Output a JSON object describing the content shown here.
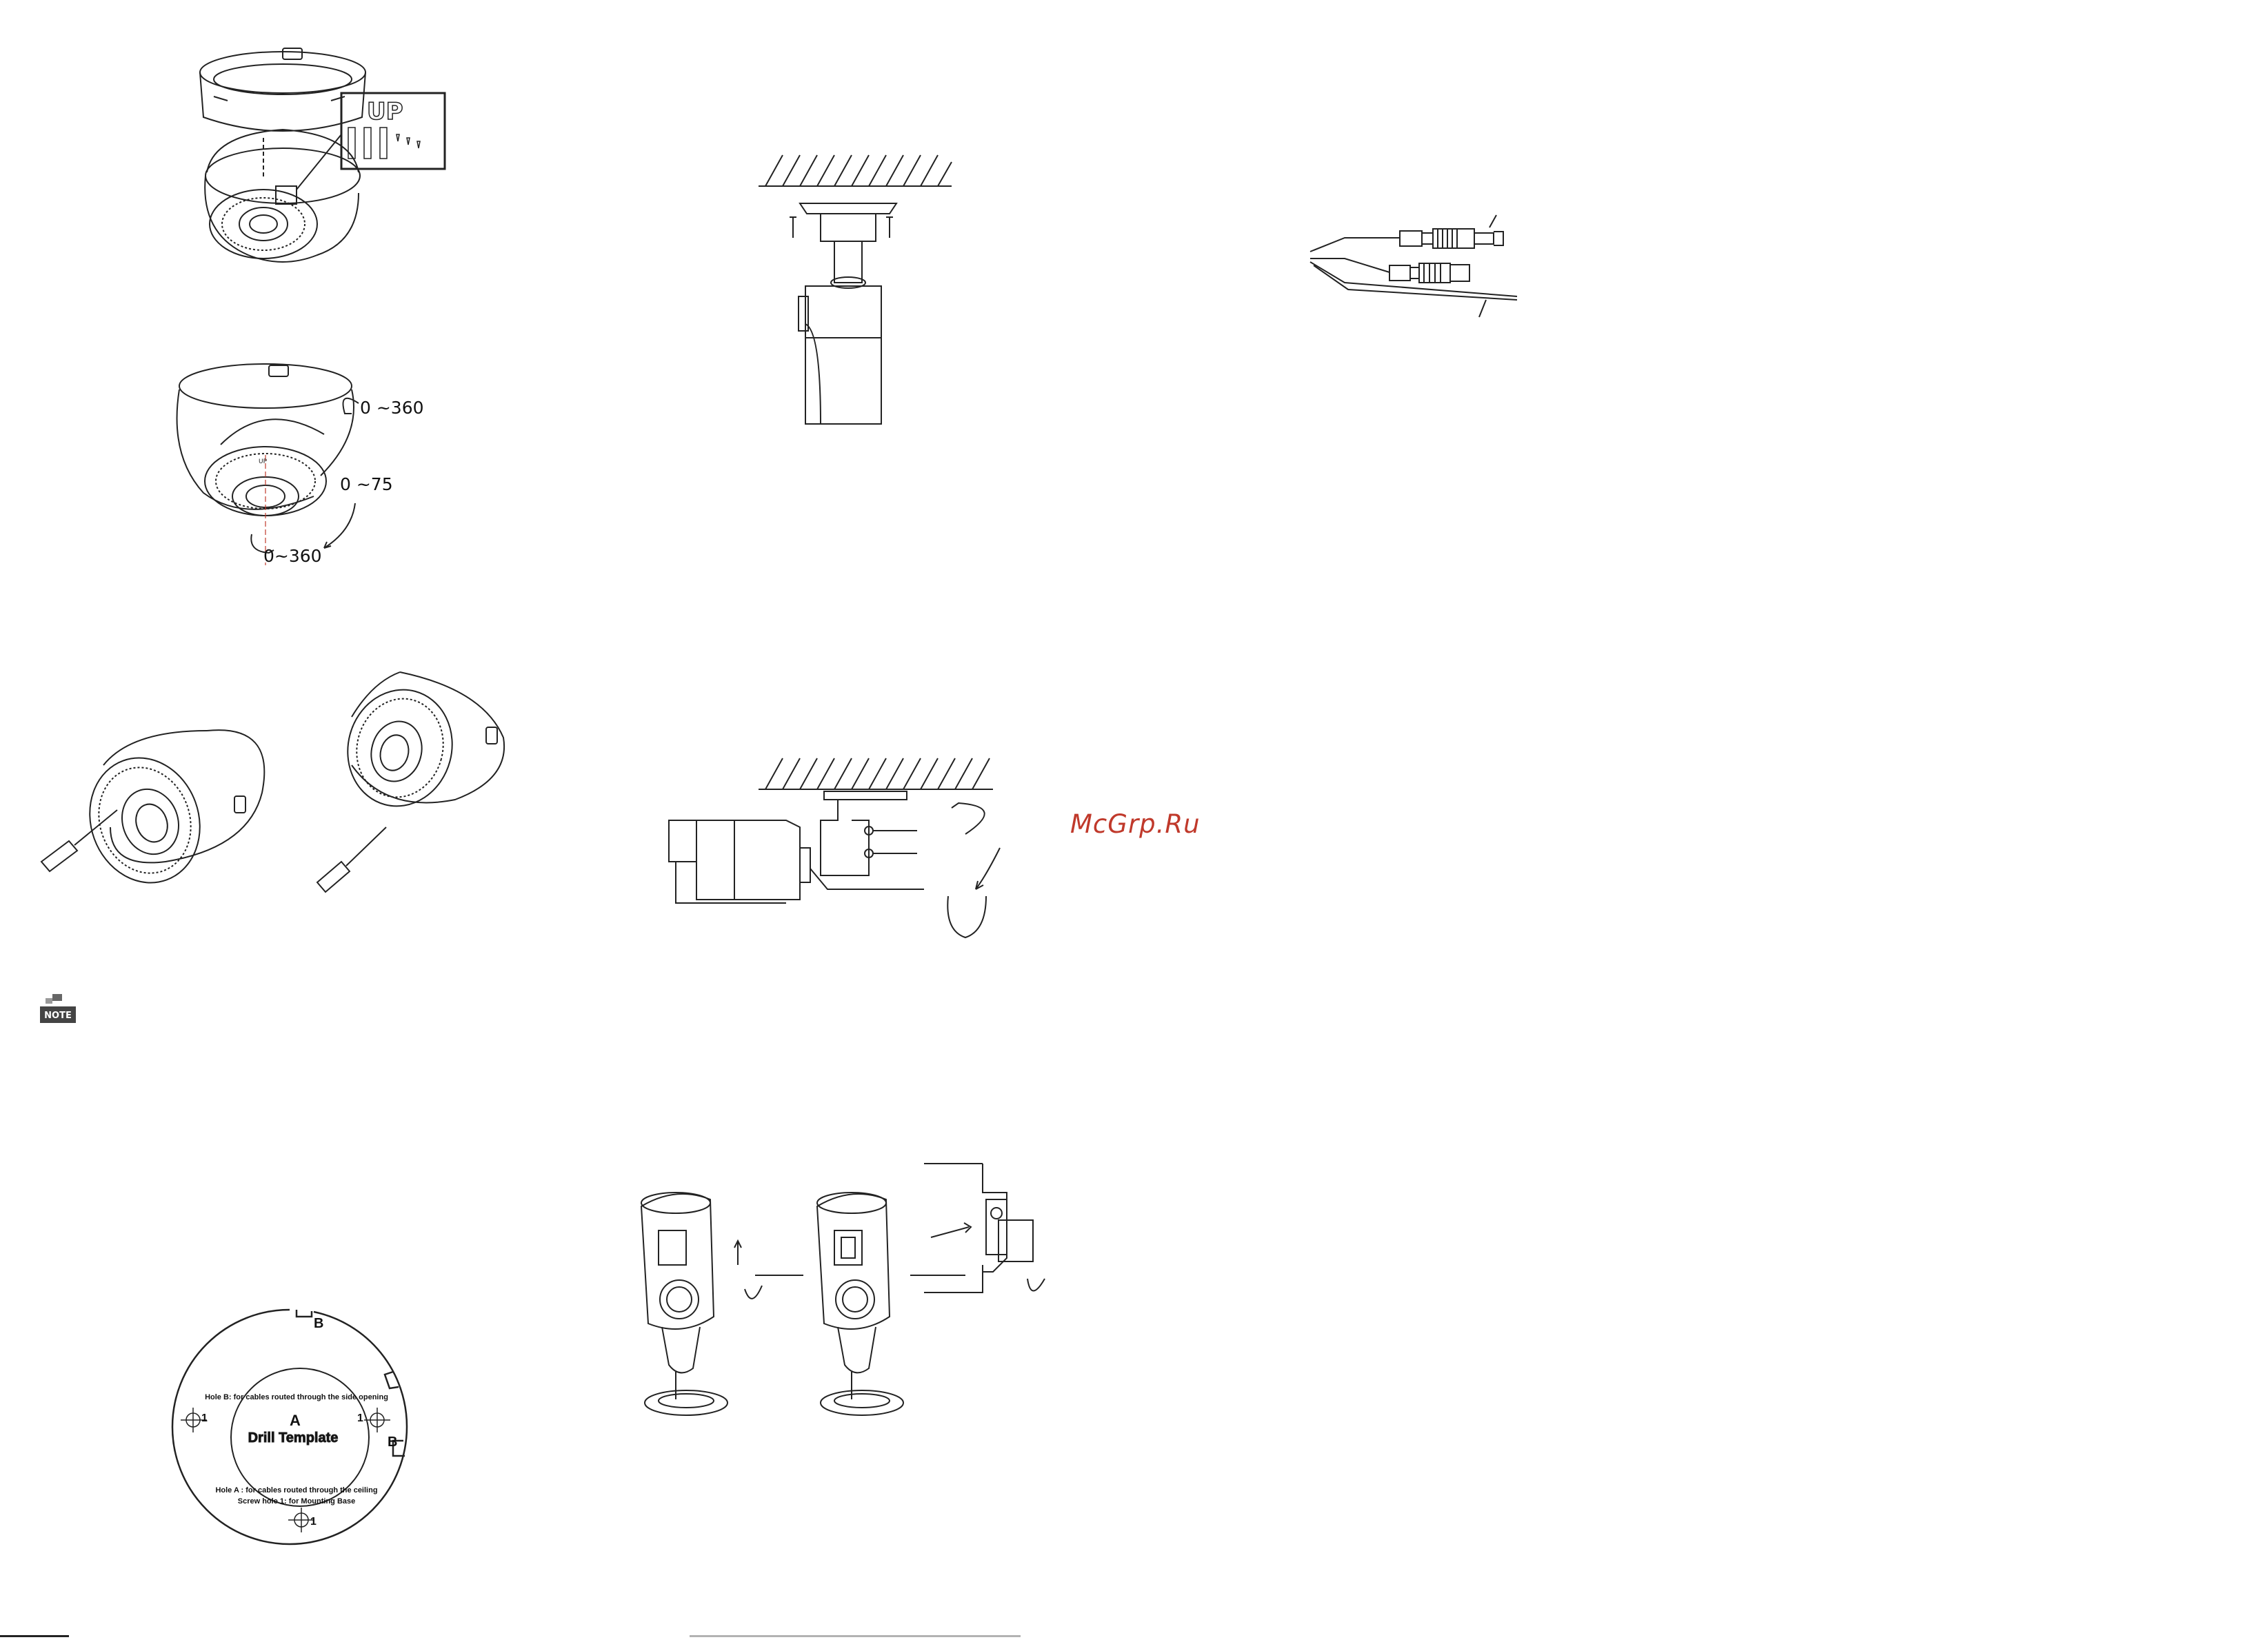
{
  "figures": {
    "dome_install": {
      "up_label": "UP"
    },
    "dome_adjust": {
      "pan_label": "0 ~360",
      "tilt_label": "0 ~75",
      "rotation_label": "0~360",
      "dome_up_label": "UP"
    },
    "drill_template": {
      "hole_b_text": "Hole B:  for cables routed through the side opening",
      "hole_a_text": "Hole A : for cables routed through the ceiling",
      "screw_hole_text": "Screw hole 1: for Mounting Base",
      "center_letter": "A",
      "title": "Drill Template",
      "letter_b_top": "B",
      "letter_b_side": "B",
      "mark_left": "1",
      "mark_right": "1",
      "mark_bottom": "1"
    }
  },
  "watermark": "McGrp.Ru",
  "note_icon_label": "NOTE",
  "colors": {
    "line": "#222222",
    "watermark": "#c0392b"
  }
}
